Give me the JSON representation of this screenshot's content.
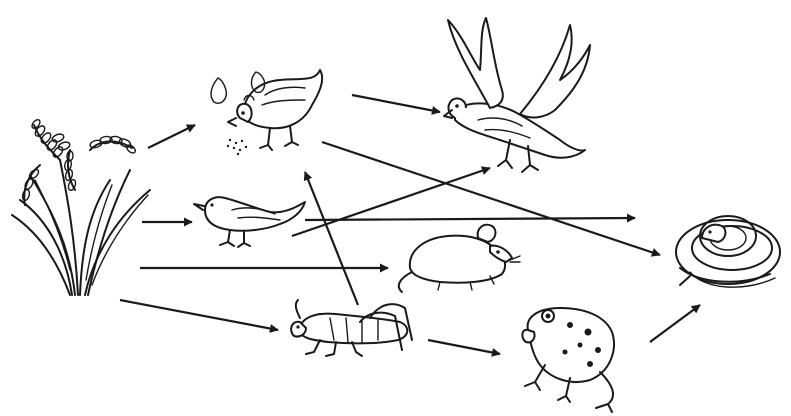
{
  "diagram": {
    "type": "food-web",
    "organisms": [
      {
        "id": "rice",
        "icon": "rice-plant-icon"
      },
      {
        "id": "chicken",
        "icon": "chicken-icon"
      },
      {
        "id": "sparrow",
        "icon": "sparrow-icon"
      },
      {
        "id": "mouse",
        "icon": "mouse-icon"
      },
      {
        "id": "grasshopper",
        "icon": "grasshopper-icon"
      },
      {
        "id": "eagle",
        "icon": "eagle-icon"
      },
      {
        "id": "snake",
        "icon": "snake-icon"
      },
      {
        "id": "frog",
        "icon": "frog-icon"
      }
    ],
    "links": [
      {
        "from": "rice",
        "to": "chicken"
      },
      {
        "from": "rice",
        "to": "sparrow"
      },
      {
        "from": "rice",
        "to": "mouse"
      },
      {
        "from": "rice",
        "to": "grasshopper"
      },
      {
        "from": "chicken",
        "to": "eagle"
      },
      {
        "from": "chicken",
        "to": "snake"
      },
      {
        "from": "sparrow",
        "to": "eagle"
      },
      {
        "from": "sparrow",
        "to": "snake"
      },
      {
        "from": "grasshopper",
        "to": "chicken"
      },
      {
        "from": "grasshopper",
        "to": "frog"
      },
      {
        "from": "frog",
        "to": "snake"
      }
    ],
    "colors": {
      "ink": "#1a1a1a",
      "background": "#ffffff"
    }
  }
}
